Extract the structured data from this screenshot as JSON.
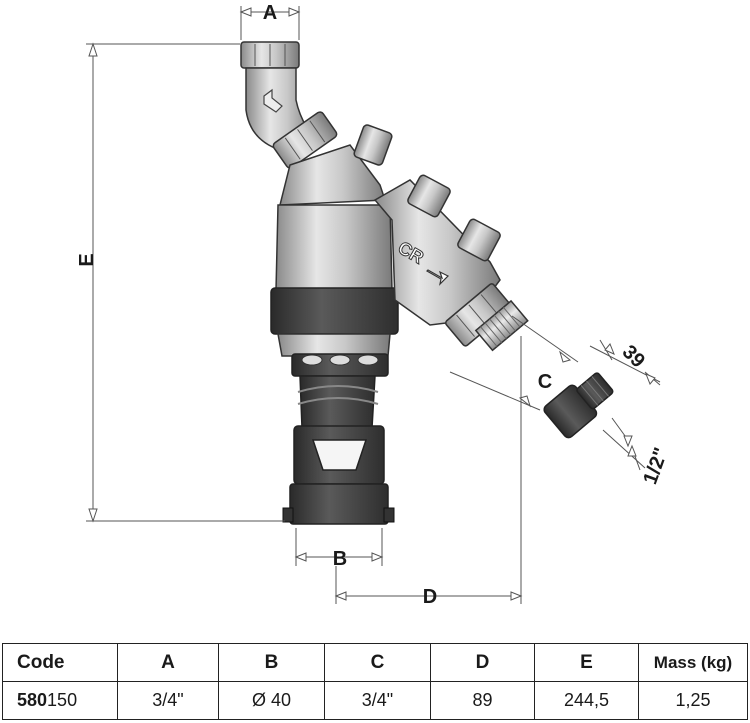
{
  "dimension_labels": {
    "A": "A",
    "B": "B",
    "C": "C",
    "D": "D",
    "E": "E",
    "fitting_size": "39",
    "fitting_thread": "1/2\""
  },
  "table": {
    "headers": {
      "code": "Code",
      "a": "A",
      "b": "B",
      "c": "C",
      "d": "D",
      "e": "E",
      "mass": "Mass (kg)"
    },
    "row": {
      "code_prefix": "580",
      "code_suffix": "150",
      "a": "3/4\"",
      "b": "Ø 40",
      "c": "3/4\"",
      "d": "89",
      "e": "244,5",
      "mass": "1,25"
    }
  }
}
